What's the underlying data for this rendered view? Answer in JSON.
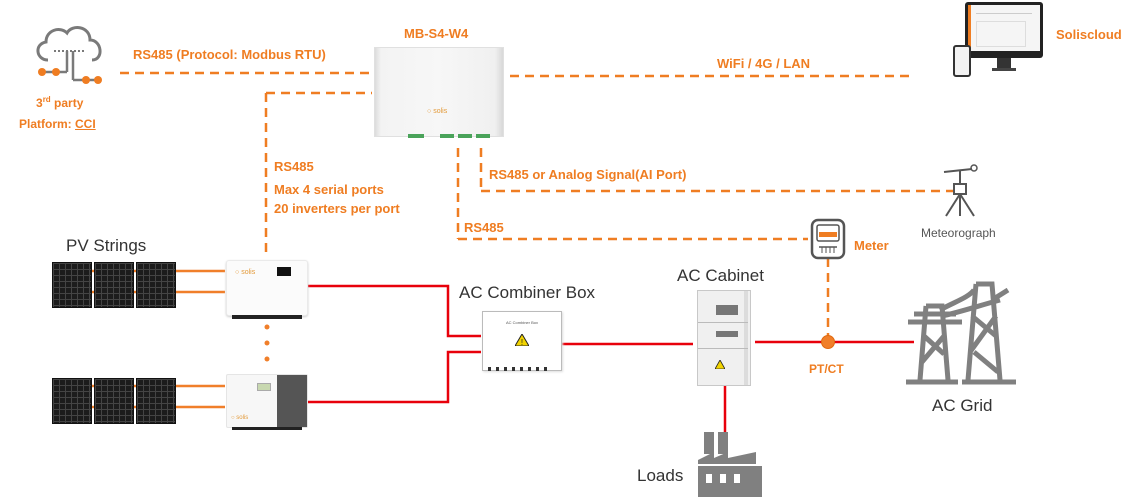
{
  "diagram": {
    "nodes": {
      "third_party": {
        "line1_base": "3",
        "line1_sup": "rd",
        "line1_rest": " party",
        "line2_prefix": "Platform: ",
        "line2_link": "CCI"
      },
      "datalogger": {
        "title": "MB-S4-W4",
        "brand": "solis"
      },
      "soliscloud": {
        "label": "Soliscloud"
      },
      "meteorograph": {
        "label": "Meteorograph"
      },
      "meter": {
        "label": "Meter"
      },
      "pv_strings": {
        "label": "PV Strings"
      },
      "ac_combiner": {
        "label": "AC Combiner Box",
        "inner_label": "AC Combiner Box"
      },
      "ac_cabinet": {
        "label": "AC Cabinet"
      },
      "pt_ct": {
        "label": "PT/CT"
      },
      "ac_grid": {
        "label": "AC Grid"
      },
      "loads": {
        "label": "Loads"
      },
      "inverter_brand": "solis"
    },
    "connections": {
      "modbus": "RS485 (Protocol: Modbus RTU)",
      "wifi": "WiFi / 4G / LAN",
      "rs485_inverters_title": "RS485",
      "rs485_inverters_line1": "Max 4 serial ports",
      "rs485_inverters_line2": "20 inverters per port",
      "rs485_analog": "RS485 or Analog Signal(AI Port)",
      "rs485_meter": "RS485"
    },
    "colors": {
      "comm_line": "#ef7d22",
      "power_line": "#e8000b",
      "dc_line": "#f07f2a",
      "icon_gray": "#808080"
    }
  }
}
